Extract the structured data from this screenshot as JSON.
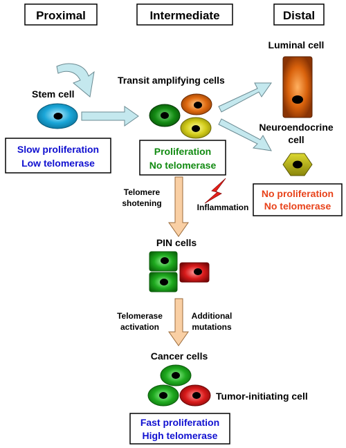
{
  "headers": {
    "proximal": "Proximal",
    "intermediate": "Intermediate",
    "distal": "Distal"
  },
  "labels": {
    "stem_cell": "Stem cell",
    "transit_amplifying": "Transit amplifying cells",
    "luminal_cell": "Luminal cell",
    "neuroendocrine_line1": "Neuroendocrine",
    "neuroendocrine_line2": "cell",
    "pin_cells": "PIN cells",
    "cancer_cells": "Cancer cells",
    "tumor_initiating": "Tumor-initiating cell",
    "telomere_shortening_line1": "Telomere",
    "telomere_shortening_line2": "shotening",
    "inflammation": "Inflammation",
    "telomerase_activation_line1": "Telomerase",
    "telomerase_activation_line2": "activation",
    "additional_mutations_line1": "Additional",
    "additional_mutations_line2": "mutations"
  },
  "boxes": {
    "stem": {
      "line1": "Slow proliferation",
      "line2": "Low telomerase",
      "color": "#1010d0"
    },
    "transit": {
      "line1": "Proliferation",
      "line2": "No telomerase",
      "color": "#118a11"
    },
    "distal": {
      "line1": "No proliferation",
      "line2": "No telomerase",
      "color": "#e8421a"
    },
    "cancer": {
      "line1": "Fast proliferation",
      "line2": "High telomerase",
      "color": "#1010d0"
    }
  },
  "colors": {
    "stem_cell": "#1aa6d8",
    "cyan_arrow": "#c4e8ee",
    "peach_arrow": "#f9cfa4",
    "green_cell": "#1faa1f",
    "red_cell": "#d81a1a",
    "orange_cell": "#e06a10",
    "yellow_cell": "#c8c41a",
    "luminal": "#d9620c",
    "lightning": "#e8201a"
  }
}
